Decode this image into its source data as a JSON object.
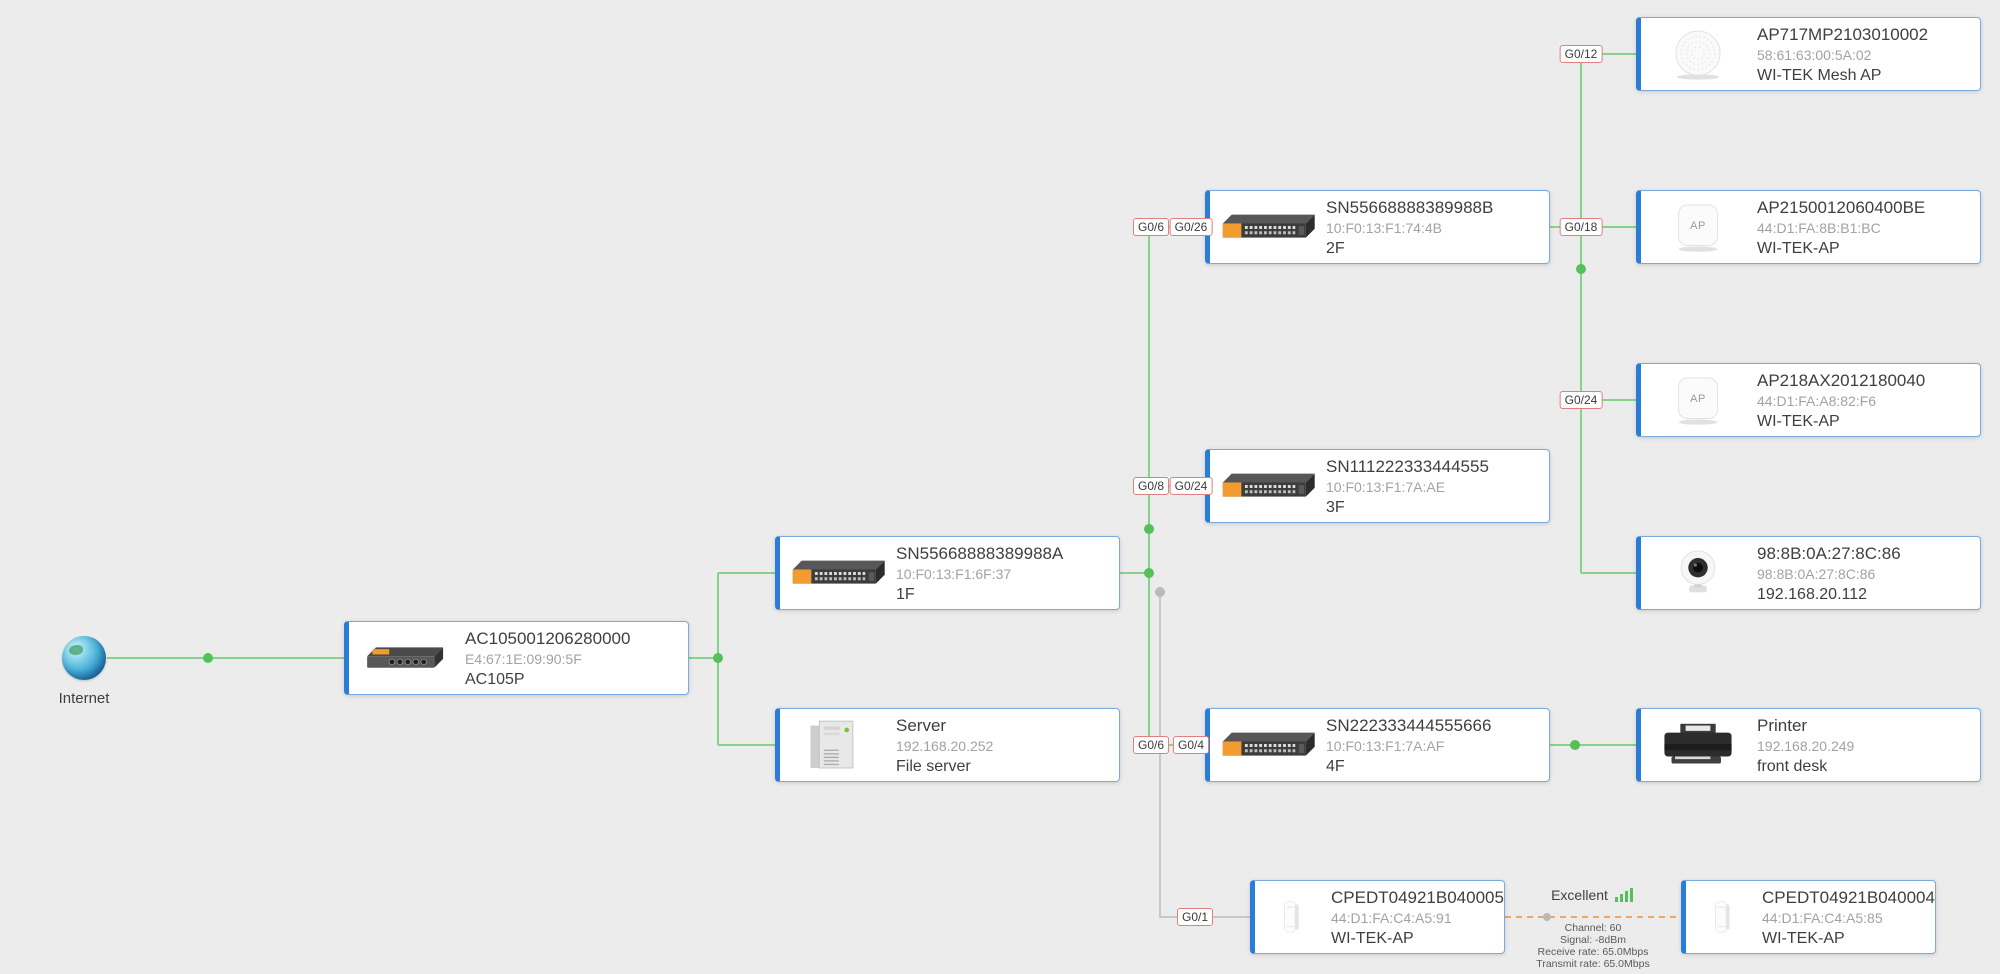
{
  "internet": {
    "label": "Internet"
  },
  "devices": {
    "ac": {
      "title": "AC105001206280000",
      "subtitle": "E4:67:1E:09:90:5F",
      "label": "AC105P"
    },
    "sw1f": {
      "title": "SN55668888389988A",
      "subtitle": "10:F0:13:F1:6F:37",
      "label": "1F"
    },
    "server": {
      "title": "Server",
      "subtitle": "192.168.20.252",
      "label": "File server"
    },
    "sw2f": {
      "title": "SN55668888389988B",
      "subtitle": "10:F0:13:F1:74:4B",
      "label": "2F"
    },
    "sw3f": {
      "title": "SN111222333444555",
      "subtitle": "10:F0:13:F1:7A:AE",
      "label": "3F"
    },
    "sw4f": {
      "title": "SN222333444555666",
      "subtitle": "10:F0:13:F1:7A:AF",
      "label": "4F"
    },
    "ap717": {
      "title": "AP717MP2103010002",
      "subtitle": "58:61:63:00:5A:02",
      "label": "WI-TEK Mesh AP"
    },
    "ap215": {
      "title": "AP2150012060400BE",
      "subtitle": "44:D1:FA:8B:B1:BC",
      "label": "WI-TEK-AP"
    },
    "ap218": {
      "title": "AP218AX2012180040",
      "subtitle": "44:D1:FA:A8:82:F6",
      "label": "WI-TEK-AP"
    },
    "camera": {
      "title": "98:8B:0A:27:8C:86",
      "subtitle": "98:8B:0A:27:8C:86",
      "label": "192.168.20.112"
    },
    "printer": {
      "title": "Printer",
      "subtitle": "192.168.20.249",
      "label": "front desk"
    },
    "cpe5": {
      "title": "CPEDT04921B040005",
      "subtitle": "44:D1:FA:C4:A5:91",
      "label": "WI-TEK-AP"
    },
    "cpe4": {
      "title": "CPEDT04921B040004",
      "subtitle": "44:D1:FA:C4:A5:85",
      "label": "WI-TEK-AP"
    }
  },
  "ports": {
    "g0_12": "G0/12",
    "g0_6_2f": "G0/6",
    "g0_26": "G0/26",
    "g0_18": "G0/18",
    "g0_24_ap": "G0/24",
    "g0_8": "G0/8",
    "g0_24_3f": "G0/24",
    "g0_6_4f": "G0/6",
    "g0_4": "G0/4",
    "g0_1": "G0/1"
  },
  "wireless_link": {
    "quality": "Excellent",
    "channel": "Channel: 60",
    "signal": "Signal: -8dBm",
    "receive_rate": "Receive rate: 65.0Mbps",
    "transmit_rate": "Transmit rate: 65.0Mbps"
  },
  "ap_badge": "AP",
  "colors": {
    "link_green": "#86d28a",
    "dot_green": "#53c05a",
    "link_gray": "#c8c8c8",
    "wireless_orange": "#f0a860",
    "card_accent_blue": "#2b7cd9",
    "port_border_red": "#e07f7f",
    "background": "#ececec"
  }
}
